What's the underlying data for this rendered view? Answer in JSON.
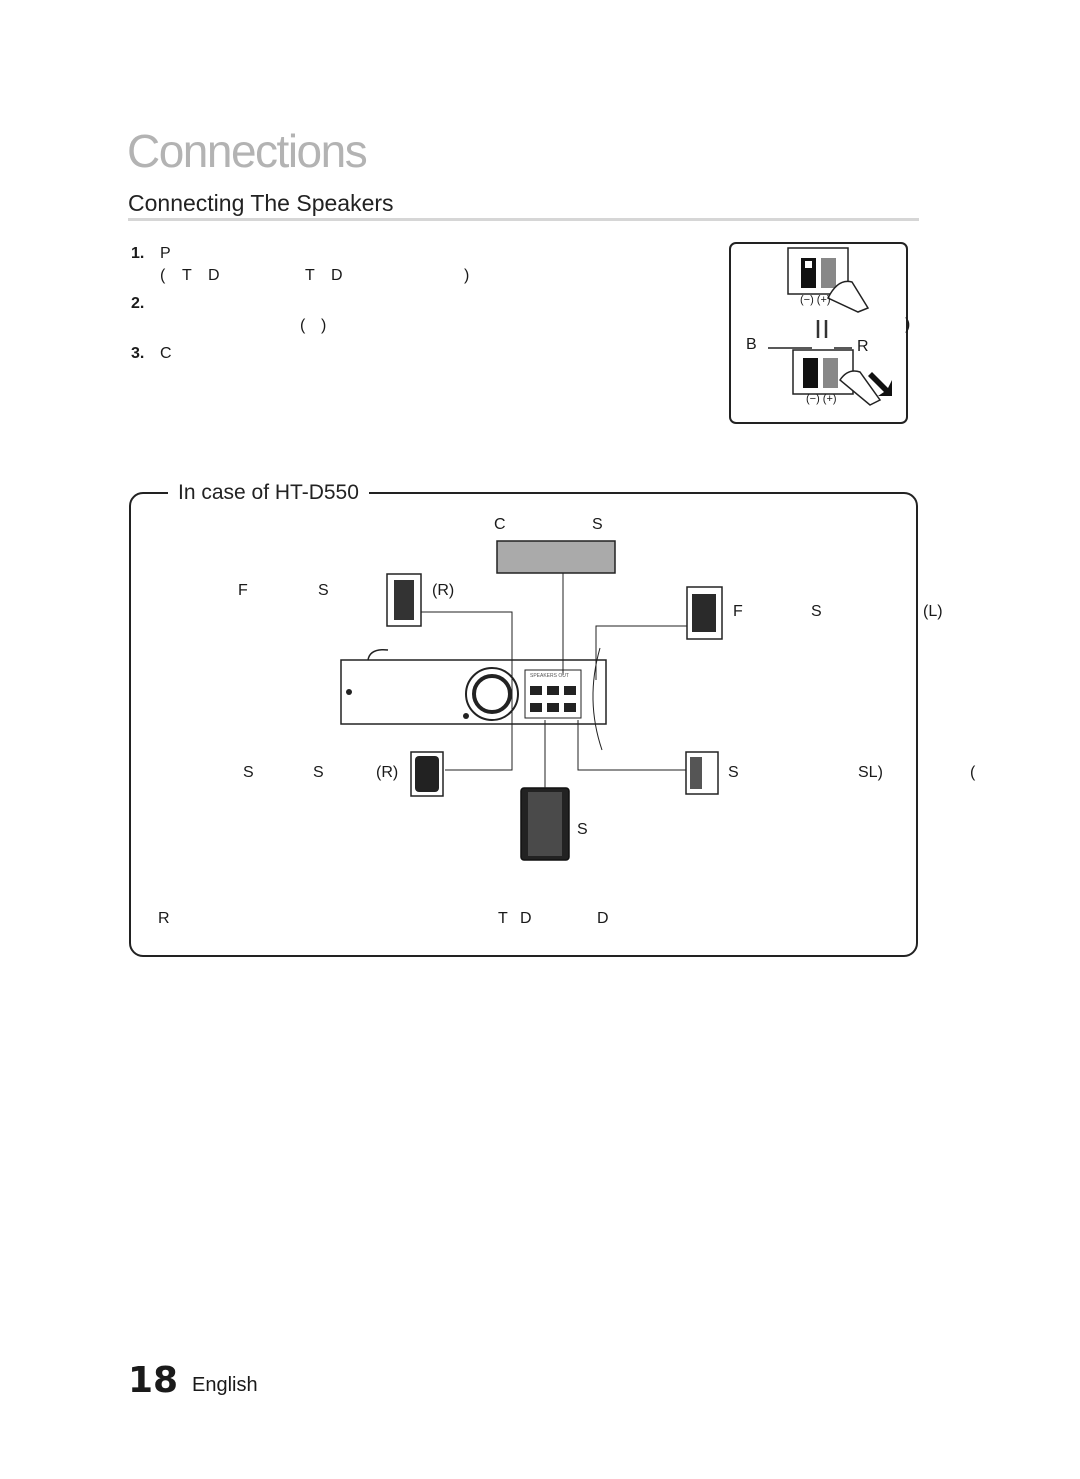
{
  "header": {
    "chapter_title": "Connections",
    "section_title": "Connecting The Speakers"
  },
  "steps": [
    {
      "number": "1.",
      "line1": "P",
      "line2": [
        "(",
        "T",
        "D",
        "T",
        "D",
        ")"
      ]
    },
    {
      "number": "2.",
      "line2": [
        "(",
        ")"
      ]
    },
    {
      "number": "3.",
      "line1": "C"
    }
  ],
  "terminal_inset": {
    "label_black": "B",
    "label_red": "R",
    "polarity_top": "(−) (+)",
    "polarity_bottom": "(−) (+)",
    "edge_fragment": ")"
  },
  "case": {
    "title": "In case of HT-D550",
    "center_speaker": [
      "C",
      "S"
    ],
    "front_right": [
      "F",
      "S",
      "(R)"
    ],
    "front_left": [
      "F",
      "S",
      "(L)"
    ],
    "surround_right": [
      "S",
      "S",
      "(R)"
    ],
    "surround_left": [
      "S",
      "SL)",
      "("
    ],
    "subwoofer": "S",
    "receiver_panel": "SPEAKERS OUT",
    "note": [
      "R",
      "T",
      "D",
      "D"
    ]
  },
  "footer": {
    "page_number": "18",
    "language": "English"
  }
}
